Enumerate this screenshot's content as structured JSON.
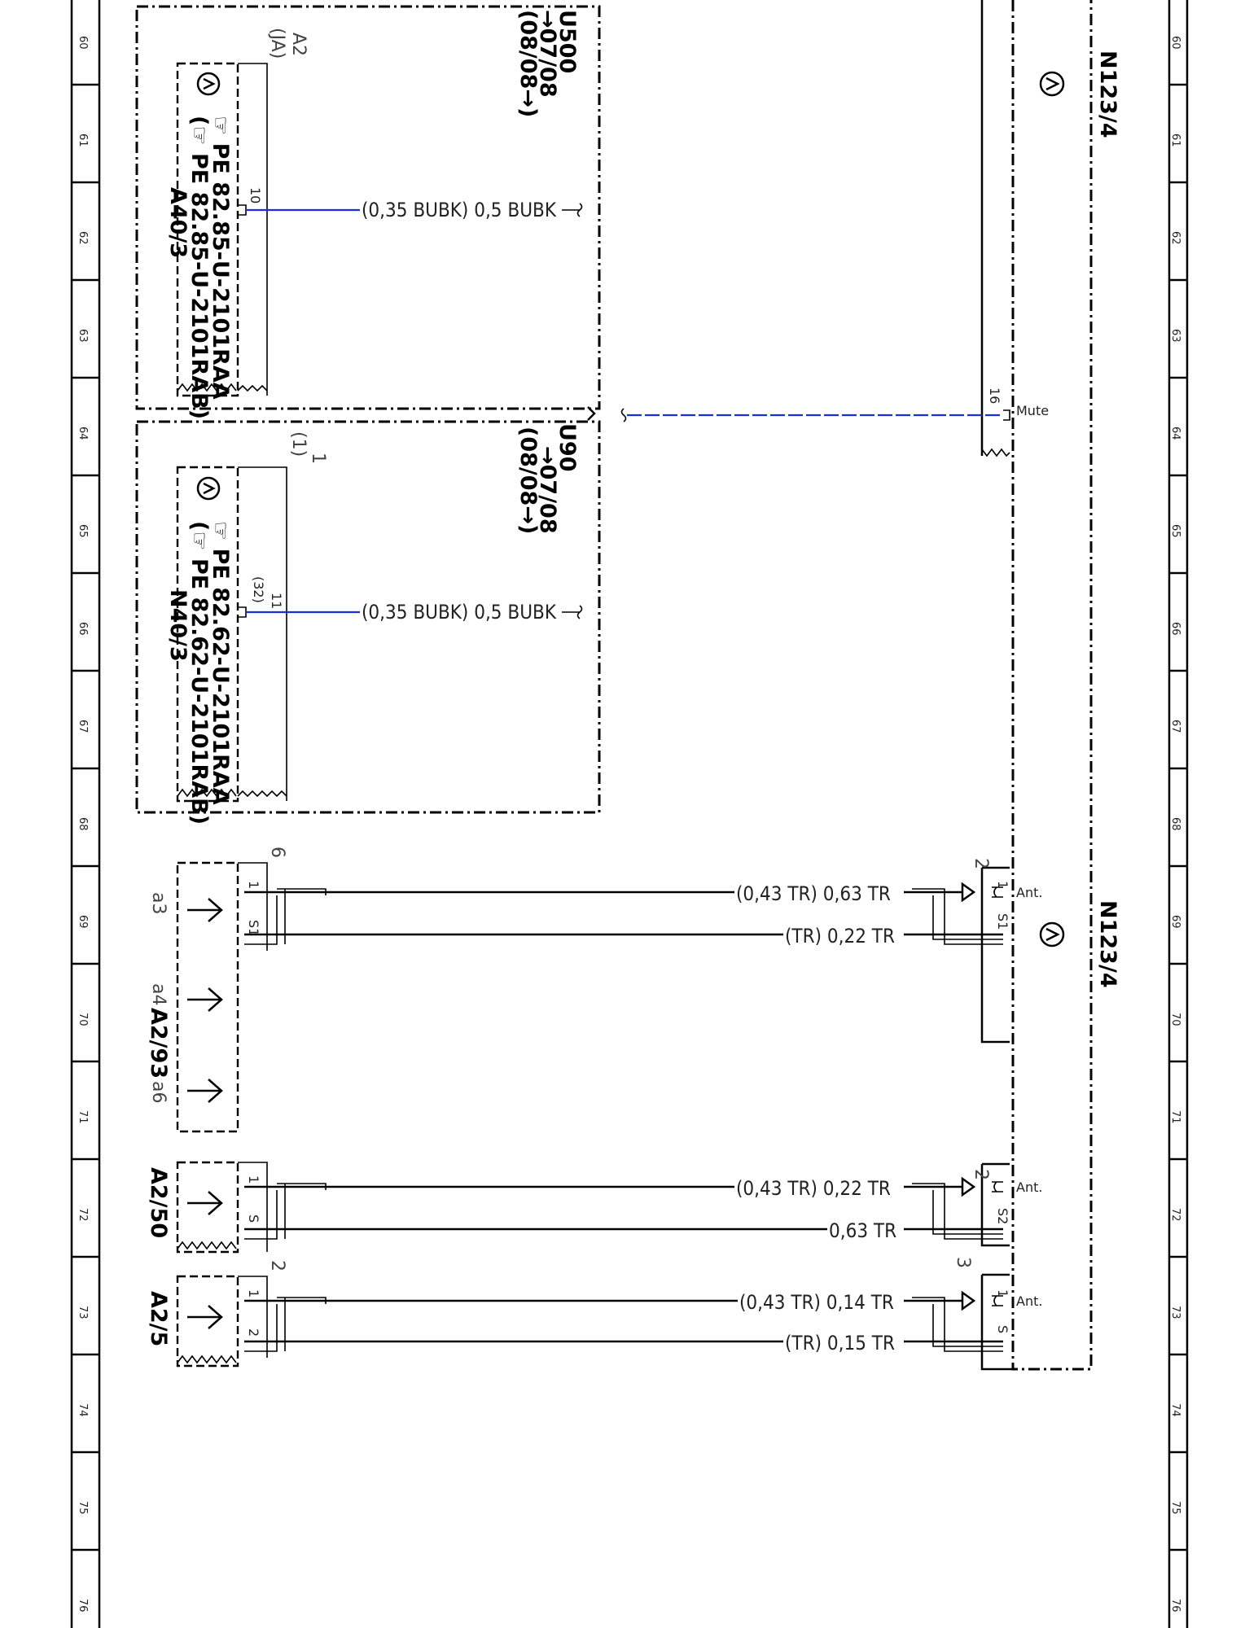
{
  "grid": {
    "numbers": [
      "60",
      "61",
      "62",
      "63",
      "64",
      "65",
      "66",
      "67",
      "68",
      "69",
      "70",
      "71",
      "72",
      "73",
      "74",
      "75",
      "76"
    ]
  },
  "modules": {
    "n123_top": "N123/4",
    "n123_bottom": "N123/4",
    "u500": {
      "code": "U500",
      "from": "→07/08",
      "to": "(08/08→)"
    },
    "u90": {
      "code": "U90",
      "from": "→07/08",
      "to": "(08/08→)"
    },
    "a40": {
      "name": "A40/3",
      "ref1": "☞ PE 82.85-U-2101RAA",
      "ref2": "(☞ PE 82.85-U-2101RAB)",
      "conn": "A2",
      "conn_alt": "(JA)",
      "pin": "10"
    },
    "n40": {
      "name": "N40/3",
      "ref1": "☞ PE 82.62-U-2101RAA",
      "ref2": "(☞ PE 82.62-U-2101RAB)",
      "conn": "1",
      "conn_alt": "(1)",
      "pin": "11",
      "pin_alt": "(32)"
    },
    "a2_93": {
      "name": "A2/93",
      "a3": "a3",
      "a4": "a4",
      "a6": "a6",
      "conn": "6"
    },
    "a2_50": {
      "name": "A2/50"
    },
    "a2_5": {
      "name": "A2/5",
      "conn": "2"
    }
  },
  "pins": {
    "mute_num": "16",
    "mute": "Mute",
    "ant": "Ant.",
    "c2_top": "2",
    "c2_mid": "2",
    "c3": "3",
    "p1": "1",
    "s1": "S1",
    "s2": "S2",
    "s": "S",
    "p2": "2"
  },
  "wires": {
    "w_a40": "(0,35 BUBK) 0,5 BUBK",
    "w_n40": "(0,35 BUBK) 0,5 BUBK",
    "w1": "(0,43 TR) 0,63 TR",
    "w2": "(TR) 0,22 TR",
    "w3": "(0,43 TR) 0,22 TR",
    "w4": "0,63 TR",
    "w5": "(0,43 TR) 0,14 TR",
    "w6": "(TR) 0,15 TR"
  },
  "colors": {
    "wire_blue": "#1a2fd6",
    "ink": "#000000"
  }
}
